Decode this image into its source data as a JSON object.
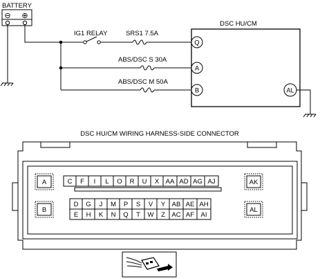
{
  "battery": {
    "label": "BATTERY",
    "neg_symbol": "⊖",
    "pos_symbol": "⊕"
  },
  "module": {
    "label": "DSC HU/CM"
  },
  "relay": {
    "label": "IG1 RELAY"
  },
  "fuses": [
    {
      "label": "SRS1 7.5A",
      "terminal": "Q"
    },
    {
      "label": "ABS/DSC S 30A",
      "terminal": "A"
    },
    {
      "label": "ABS/DSC M 50A",
      "terminal": "B"
    }
  ],
  "ground_terminal": "AL",
  "connector": {
    "title": "DSC HU/CM WIRING HARNESS-SIDE CONNECTOR",
    "left_terminals": [
      "A",
      "B"
    ],
    "right_terminals": [
      "AK",
      "AL"
    ],
    "row1": [
      "C",
      "F",
      "I",
      "L",
      "O",
      "R",
      "U",
      "X",
      "AA",
      "AD",
      "AG",
      "AJ"
    ],
    "row2": [
      "D",
      "G",
      "J",
      "M",
      "P",
      "S",
      "V",
      "Y",
      "AB",
      "AE",
      "AH"
    ],
    "row3": [
      "E",
      "H",
      "K",
      "N",
      "Q",
      "T",
      "W",
      "Z",
      "AC",
      "AF",
      "AI"
    ]
  },
  "icons": [
    "harness-connector-icon"
  ]
}
